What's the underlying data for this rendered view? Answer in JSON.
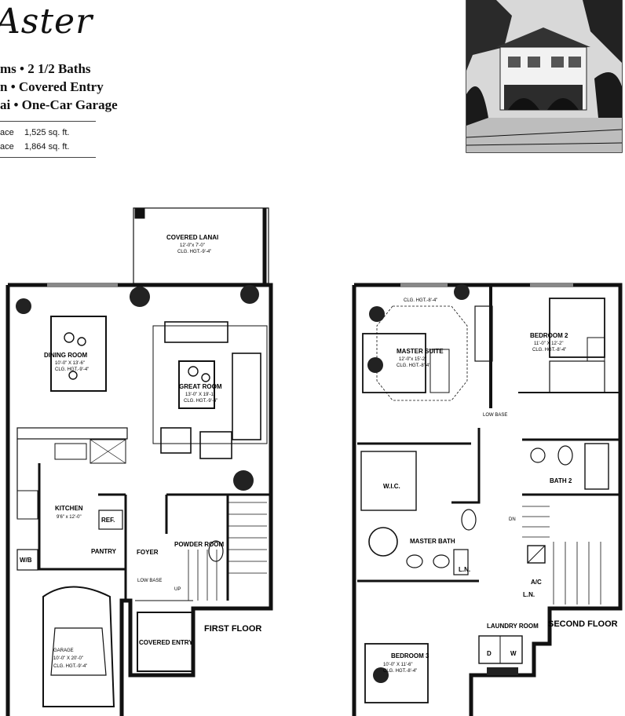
{
  "header": {
    "title": "Aster",
    "features": [
      "ms • 2 1/2 Baths",
      "n • Covered Entry",
      "ai • One-Car Garage"
    ],
    "area": [
      {
        "label": "ace",
        "value": "1,525 sq. ft."
      },
      {
        "label": "ace",
        "value": "1,864 sq. ft."
      }
    ]
  },
  "first_floor": {
    "label": "FIRST FLOOR",
    "covered_lanai": {
      "name": "COVERED LANAI",
      "dims": "12'-0\"x 7'-0\"",
      "clg": "CLG. HGT.-9'-4\""
    },
    "dining_room": {
      "name": "DINING ROOM",
      "dims": "10'-0\" X 13'-6\"",
      "clg": "CLG. HGT.-9'-4\""
    },
    "great_room": {
      "name": "GREAT ROOM",
      "dims": "13'-0\" X 19'-1\"",
      "clg": "CLG. HGT.-9'-4\""
    },
    "kitchen": {
      "name": "KITCHEN",
      "dims": "9'6\" x 12'-0\""
    },
    "ref": "REF.",
    "pantry": "PANTRY",
    "wb": "W/B",
    "foyer": "FOYER",
    "powder_room": "POWDER ROOM",
    "low_base": "LOW BASE",
    "up": "UP",
    "covered_entry": "COVERED ENTRY",
    "garage": {
      "name": "GARAGE",
      "dims": "10'-0\" X 20'-0\"",
      "clg": "CLG. HGT.-9'-4\""
    }
  },
  "second_floor": {
    "label": "SECOND FLOOR",
    "clg_top": "CLG. HGT.-8'-4\"",
    "master_suite": {
      "name": "MASTER SUITE",
      "dims": "12'-0\"x 15'-2\"",
      "clg": "CLG. HGT.-8'-4\""
    },
    "bedroom2": {
      "name": "BEDROOM 2",
      "dims": "11'-0\" X 12'-2\"",
      "clg": "CLG. HGT.-8'-4\""
    },
    "low_base": "LOW BASE",
    "wic": "W.I.C.",
    "bath2": "BATH 2",
    "dn": "DN",
    "master_bath": "MASTER BATH",
    "ln1": "L.N.",
    "ac": "A/C",
    "ln2": "L.N.",
    "laundry": "LAUNDRY ROOM",
    "d": "D",
    "w": "W",
    "bedroom3": {
      "name": "BEDROOM 3",
      "dims": "10'-0\" X 11'-6\"",
      "clg": "CLG. HGT.-8'-4\""
    }
  }
}
